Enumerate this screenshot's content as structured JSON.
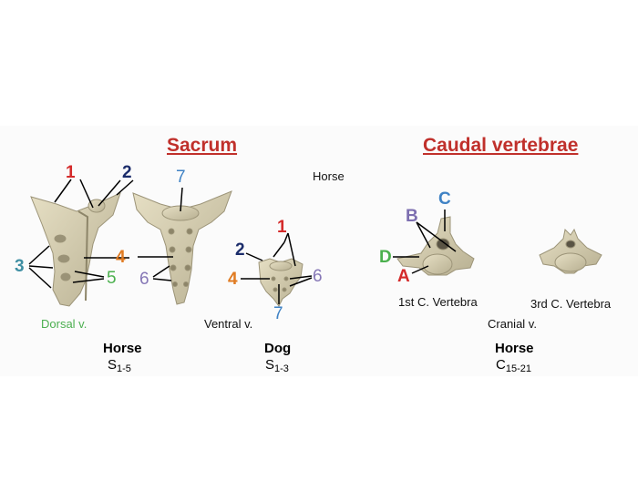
{
  "titles": {
    "sacrum": "Sacrum",
    "caudal": "Caudal vertebrae"
  },
  "notes": {
    "horse_top": "Horse",
    "dorsal_view": "Dorsal v.",
    "ventral_view": "Ventral v.",
    "cranial_view": "Cranial v.",
    "first_vertebra": "1st C. Vertebra",
    "third_vertebra": "3rd C. Vertebra"
  },
  "labels": {
    "n1": "1",
    "n2": "2",
    "n3": "3",
    "n4": "4",
    "n5": "5",
    "n6": "6",
    "n7": "7",
    "A": "A",
    "B": "B",
    "C": "C",
    "D": "D"
  },
  "captions": {
    "horse_sacrum": {
      "species": "Horse",
      "letter": "S",
      "range": "1-5"
    },
    "dog_sacrum": {
      "species": "Dog",
      "letter": "S",
      "range": "1-3"
    },
    "horse_caudal": {
      "species": "Horse",
      "letter": "C",
      "range": "15-21"
    }
  },
  "colors": {
    "title": "#c0302b",
    "bone": "#d9d2b6",
    "bone_shadow": "#a79f82",
    "label_red": "#d42a2a",
    "label_navy": "#1c2d6b",
    "label_teal": "#3f8fa3",
    "label_orange": "#e07b22",
    "label_green": "#4bb04d",
    "label_purple": "#7d6fb0",
    "label_blue": "#3f82c4"
  }
}
